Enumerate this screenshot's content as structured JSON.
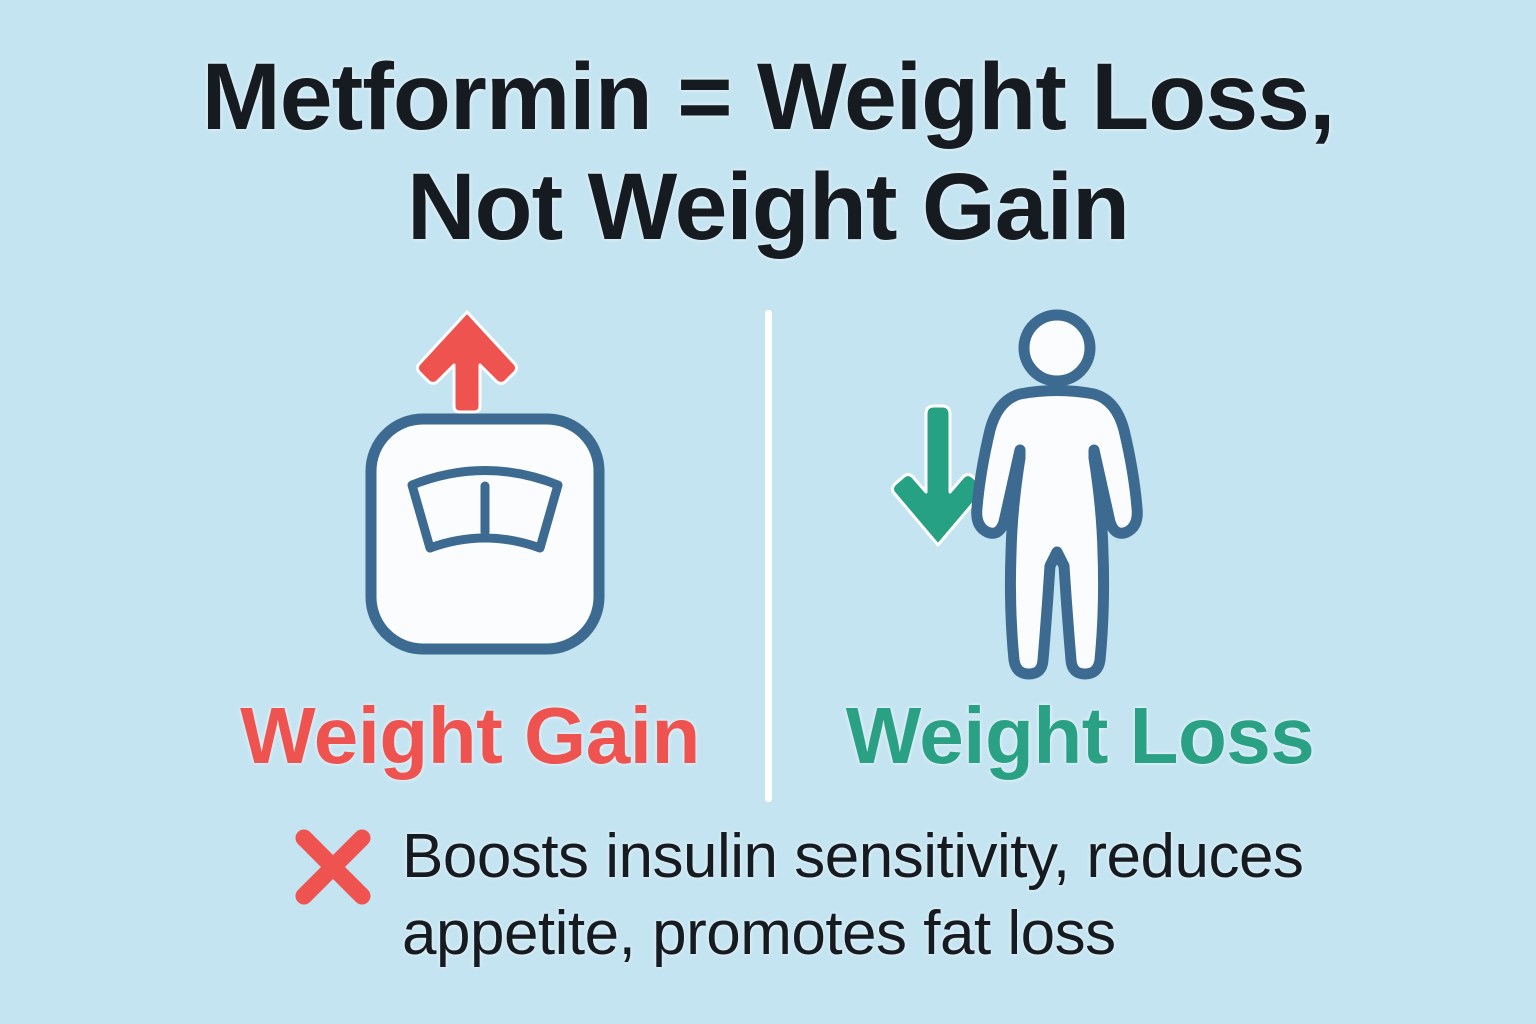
{
  "background_color": "#c4e4f1",
  "title": {
    "line1": "Metformin = Weight Loss,",
    "line2": "Not Weight Gain",
    "color": "#161b21"
  },
  "panels": {
    "left": {
      "label": "Weight Gain",
      "label_color": "#ef5350",
      "arrow_direction": "up",
      "arrow_color": "#ef5350",
      "icon": "bathroom-scale-icon",
      "icon_outline_color": "#3d6a90",
      "icon_fill_color": "#fbfcfd"
    },
    "right": {
      "label": "Weight Loss",
      "label_color": "#2aa085",
      "arrow_direction": "down",
      "arrow_color": "#26a183",
      "icon": "human-body-figure-icon",
      "icon_outline_color": "#3d6a90",
      "icon_fill_color": "#fbfcfd"
    }
  },
  "caption": {
    "mark": "x-mark-icon",
    "mark_color": "#ef5350",
    "line1": "Boosts insulin sensitivity, reduces",
    "line2": "appetite, promotes fat loss",
    "text_color": "#161b21"
  },
  "divider": {
    "color": "#ffffff"
  }
}
